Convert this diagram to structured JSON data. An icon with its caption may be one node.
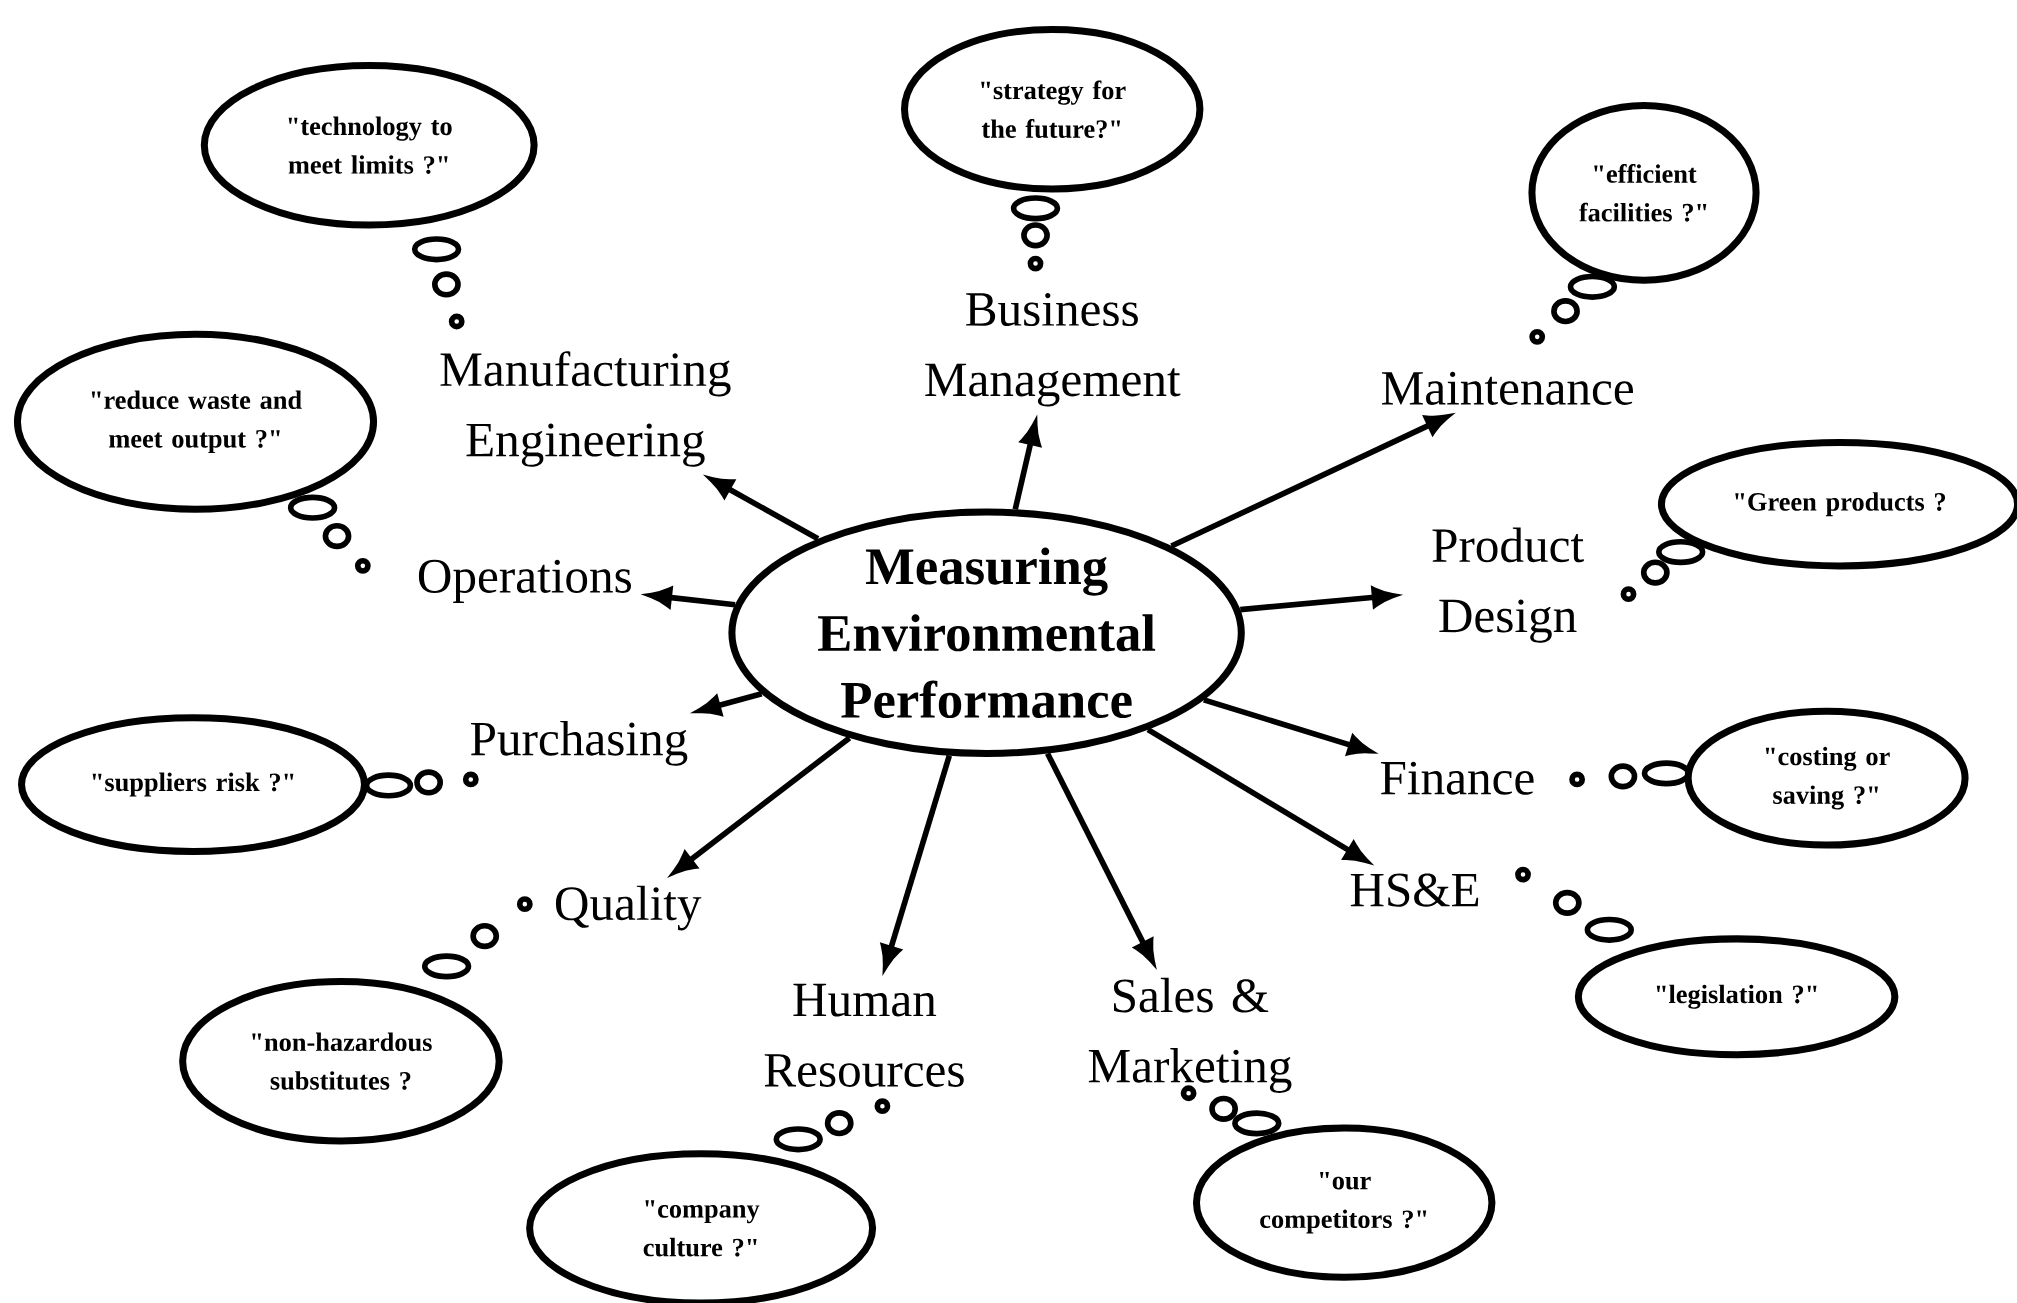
{
  "diagram": {
    "nodes": [
      {
        "text": [
          "Measuring Environmental Performance"
        ]
      },
      {
        "text": [
          "Manufacturing Engineering"
        ]
      },
      {
        "text": [
          "Business Management"
        ]
      },
      {
        "text": [
          "Maintenance"
        ]
      },
      {
        "text": [
          "Operations"
        ]
      },
      {
        "text": [
          "Product Design"
        ]
      },
      {
        "text": [
          "Purchasing"
        ]
      },
      {
        "text": [
          "Finance"
        ]
      },
      {
        "text": [
          "Quality"
        ]
      },
      {
        "text": [
          "HS&E"
        ]
      },
      {
        "text": [
          "Human Resources"
        ]
      },
      {
        "text": [
          "Sales & Marketing"
        ]
      },
      {
        "text": [
          "\"technology to meet limits ?\""
        ]
      },
      {
        "text": [
          "\"strategy for the future?\""
        ]
      },
      {
        "text": [
          "\"efficient facilities ?\""
        ]
      },
      {
        "text": [
          "\"reduce waste and meet output ?\""
        ]
      },
      {
        "text": [
          "\"Green products ?"
        ]
      },
      {
        "text": [
          "\"costing or saving ?\""
        ]
      },
      {
        "text": [
          "\"suppliers risk ?\""
        ]
      },
      {
        "text": [
          "\"non-hazardous substitutes ?"
        ]
      },
      {
        "text": [
          "\"legislation ?\""
        ]
      },
      {
        "text": [
          "\"company culture ?\""
        ]
      },
      {
        "text": [
          "\"our competitors ?\""
        ]
      }
    ],
    "edges": [
      {
        "from": 0,
        "to": 1,
        "arrow": "to"
      },
      {
        "from": 0,
        "to": 2,
        "arrow": "to"
      },
      {
        "from": 0,
        "to": 3,
        "arrow": "to"
      },
      {
        "from": 0,
        "to": 4,
        "arrow": "to"
      },
      {
        "from": 0,
        "to": 5,
        "arrow": "to"
      },
      {
        "from": 0,
        "to": 6,
        "arrow": "to"
      },
      {
        "from": 0,
        "to": 7,
        "arrow": "to"
      },
      {
        "from": 0,
        "to": 8,
        "arrow": "to"
      },
      {
        "from": 0,
        "to": 9,
        "arrow": "to"
      },
      {
        "from": 0,
        "to": 10,
        "arrow": "to"
      },
      {
        "from": 0,
        "to": 11,
        "arrow": "to"
      }
    ]
  }
}
